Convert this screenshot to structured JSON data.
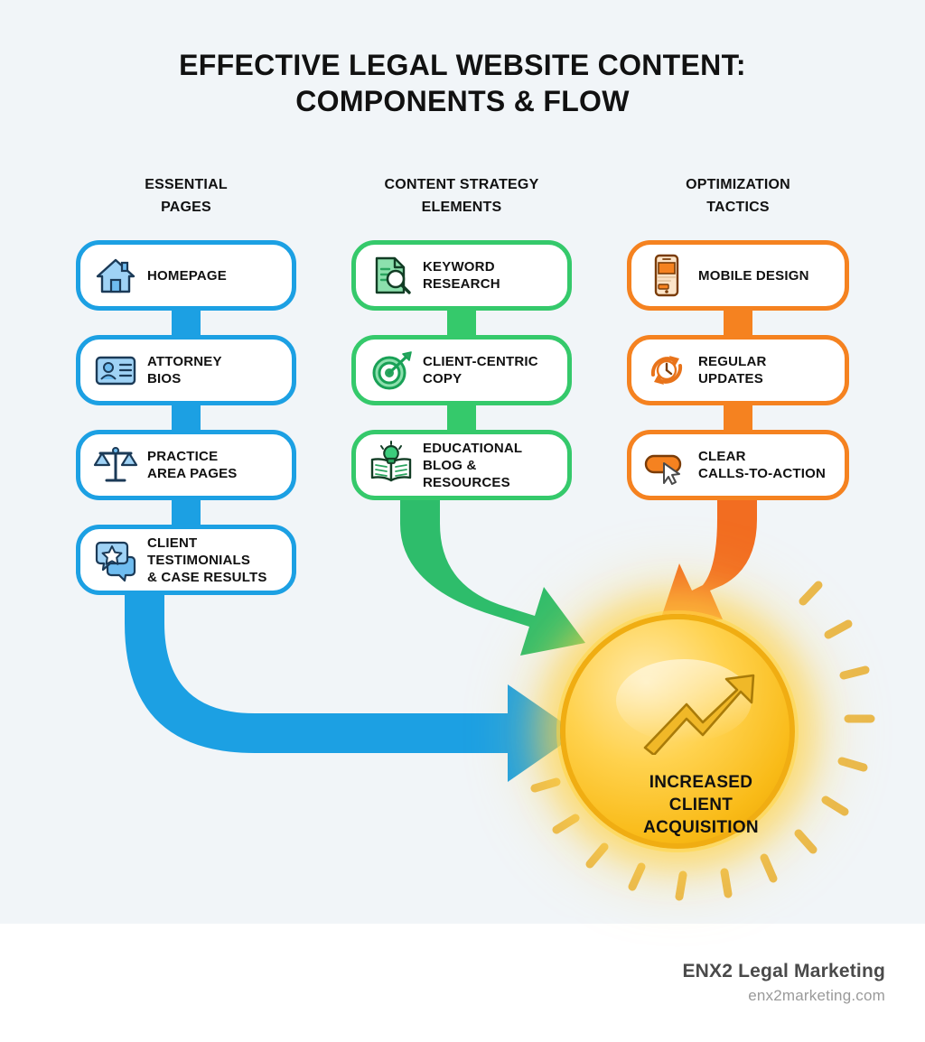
{
  "title": {
    "line1": "EFFECTIVE LEGAL WEBSITE CONTENT:",
    "line2": "COMPONENTS & FLOW"
  },
  "colors": {
    "background": "#F1F5F8",
    "blue": "#1CA0E3",
    "green": "#35C96B",
    "orange": "#F58220",
    "gold": "#F9BB18",
    "text": "#111111"
  },
  "columns": [
    {
      "header_line1": "ESSENTIAL",
      "header_line2": "PAGES",
      "accent": "#1CA0E3",
      "items": [
        {
          "icon": "house-icon",
          "lines": [
            "HOMEPAGE"
          ]
        },
        {
          "icon": "id-card-icon",
          "lines": [
            "ATTORNEY",
            "BIOS"
          ]
        },
        {
          "icon": "scales-of-justice-icon",
          "lines": [
            "PRACTICE",
            "AREA PAGES"
          ]
        },
        {
          "icon": "speech-bubble-star-icon",
          "lines": [
            "CLIENT",
            "TESTIMONIALS",
            "& CASE RESULTS"
          ]
        }
      ]
    },
    {
      "header_line1": "CONTENT STRATEGY",
      "header_line2": "ELEMENTS",
      "accent": "#35C96B",
      "items": [
        {
          "icon": "document-magnifier-icon",
          "lines": [
            "KEYWORD",
            "RESEARCH"
          ]
        },
        {
          "icon": "target-dart-icon",
          "lines": [
            "CLIENT-CENTRIC",
            "COPY"
          ]
        },
        {
          "icon": "open-book-lightbulb-icon",
          "lines": [
            "EDUCATIONAL",
            "BLOG &",
            "RESOURCES"
          ]
        }
      ]
    },
    {
      "header_line1": "OPTIMIZATION",
      "header_line2": "TACTICS",
      "accent": "#F58220",
      "items": [
        {
          "icon": "smartphone-icon",
          "lines": [
            "MOBILE DESIGN"
          ]
        },
        {
          "icon": "refresh-clock-icon",
          "lines": [
            "REGULAR",
            "UPDATES"
          ]
        },
        {
          "icon": "button-cursor-icon",
          "lines": [
            "CLEAR",
            "CALLS-TO-ACTION"
          ]
        }
      ]
    }
  ],
  "goal": {
    "icon": "growth-arrow-icon",
    "line1": "INCREASED",
    "line2": "CLIENT",
    "line3": "ACQUISITION"
  },
  "footer": {
    "brand": "ENX2 Legal Marketing",
    "url": "enx2marketing.com"
  }
}
